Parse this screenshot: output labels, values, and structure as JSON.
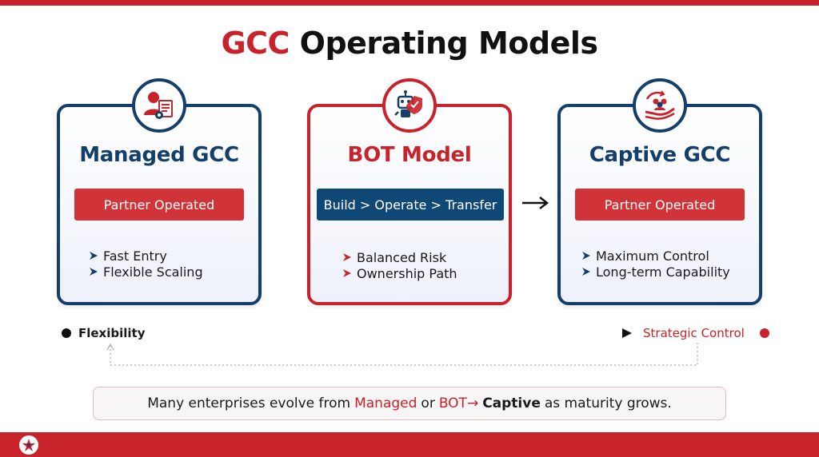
{
  "title": {
    "accent": "GCC",
    "rest": "Operating Models"
  },
  "colors": {
    "brand_red": "#c8222a",
    "navy": "#143f6b"
  },
  "cards": [
    {
      "name": "Managed GCC",
      "icon": "person-document-icon",
      "tag": "Partner Operated",
      "bullets": [
        "Fast Entry",
        "Flexible Scaling"
      ]
    },
    {
      "name": "BOT Model",
      "icon": "robot-shield-icon",
      "tag": "Build > Operate > Transfer",
      "bullets": [
        "Balanced Risk",
        "Ownership Path"
      ]
    },
    {
      "name": "Captive GCC",
      "icon": "hand-team-icon",
      "tag": "Partner Operated",
      "bullets": [
        "Maximum Control",
        "Long-term Capability"
      ]
    }
  ],
  "scale": {
    "left": "Flexibility",
    "right": "Strategic Control"
  },
  "note": {
    "pre": "Many enterprises evolve from",
    "m1": "Managed",
    "or": "or",
    "m2": "BOT→",
    "m3": "Captive",
    "post": "as maturity grows."
  }
}
